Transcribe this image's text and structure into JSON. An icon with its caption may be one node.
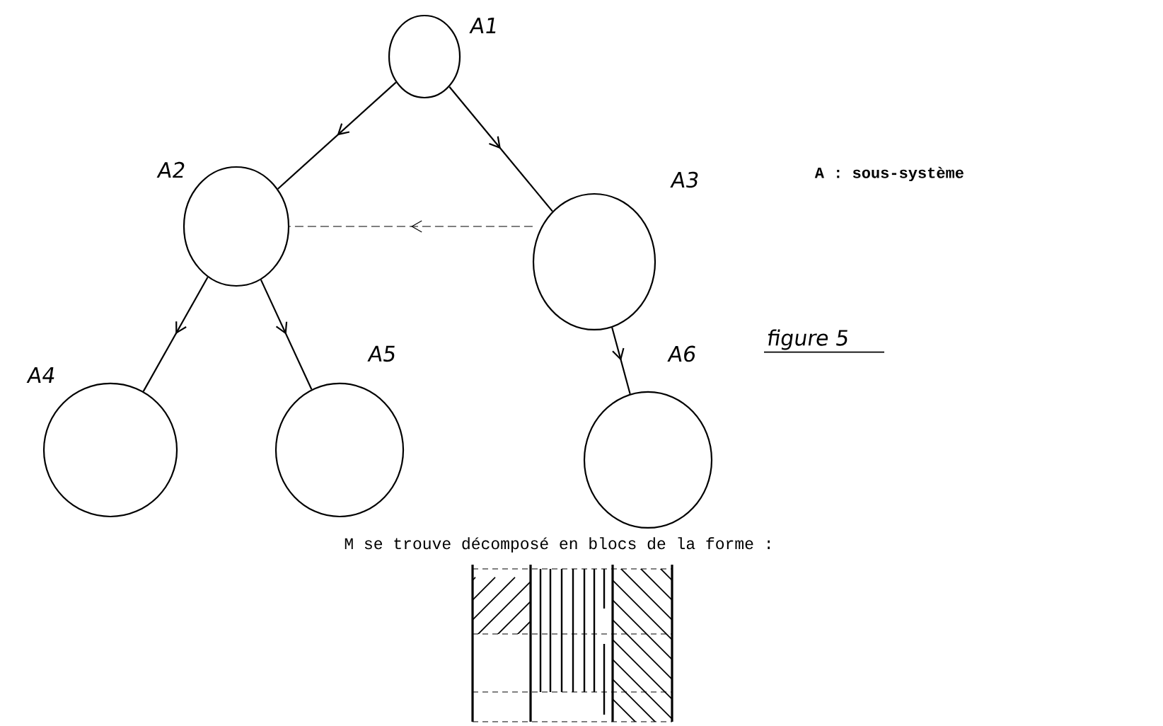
{
  "diagram": {
    "caption": "figure 5",
    "nodes": [
      {
        "text": [
          "A1"
        ]
      },
      {
        "text": [
          "A2"
        ]
      },
      {
        "text": [
          "A3"
        ]
      },
      {
        "text": [
          "A4"
        ]
      },
      {
        "text": [
          "A5"
        ]
      },
      {
        "text": [
          "A6"
        ]
      }
    ],
    "edges": [
      {
        "from": 0,
        "to": 1,
        "arrow": "to"
      },
      {
        "from": 0,
        "to": 2,
        "arrow": "to"
      },
      {
        "from": 2,
        "to": 1,
        "arrow": "to",
        "style": "dashed"
      },
      {
        "from": 1,
        "to": 3,
        "arrow": "to"
      },
      {
        "from": 1,
        "to": 4,
        "arrow": "to"
      },
      {
        "from": 2,
        "to": 5,
        "arrow": "to"
      }
    ],
    "labels": [
      "A : sous-système",
      "M se trouve décomposé en blocs de la forme :"
    ]
  }
}
